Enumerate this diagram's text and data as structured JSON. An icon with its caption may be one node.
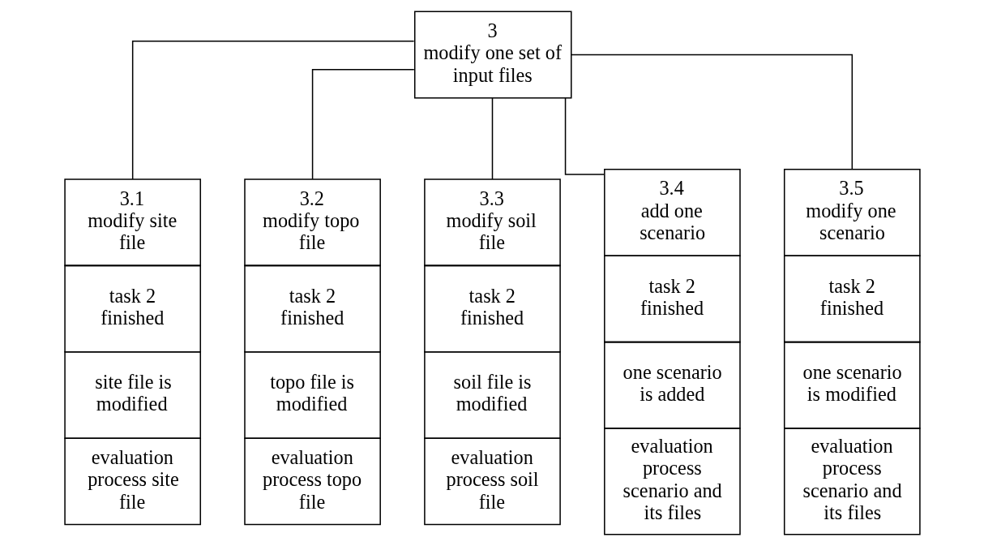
{
  "diagram": {
    "nodes": [
      {
        "text": [
          "3",
          "modify one set of input files"
        ]
      },
      {
        "text": [
          "3.1",
          "modify site file",
          "task 2 finished",
          "site file is modified",
          "evaluation process site file"
        ]
      },
      {
        "text": [
          "3.2",
          "modify topo file",
          "task 2 finished",
          "topo file is modified",
          "evaluation process topo file"
        ]
      },
      {
        "text": [
          "3.3",
          "modify soil file",
          "task 2 finished",
          "soil file is modified",
          "evaluation process soil file"
        ]
      },
      {
        "text": [
          "3.4",
          "add one scenario",
          "task 2 finished",
          "one scenario is added",
          "evaluation process scenario and its files"
        ]
      },
      {
        "text": [
          "3.5",
          "modify one scenario",
          "task 2 finished",
          "one scenario is modified",
          "evaluation process scenario and its files"
        ]
      }
    ],
    "edges": [
      {
        "from": 0,
        "to": 1,
        "arrow": "none"
      },
      {
        "from": 0,
        "to": 2,
        "arrow": "none"
      },
      {
        "from": 0,
        "to": 3,
        "arrow": "none"
      },
      {
        "from": 0,
        "to": 4,
        "arrow": "none"
      },
      {
        "from": 0,
        "to": 5,
        "arrow": "none"
      }
    ]
  }
}
